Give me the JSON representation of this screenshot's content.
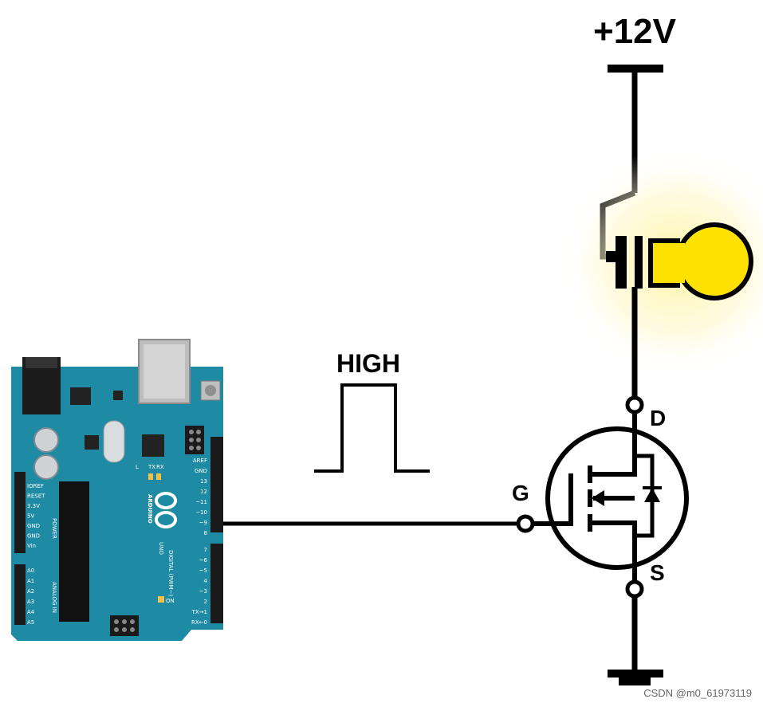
{
  "supply_label": "+12V",
  "signal_label": "HIGH",
  "terminals": {
    "gate": "G",
    "drain": "D",
    "source": "S"
  },
  "board": {
    "brand": "ARDUINO",
    "model": "UNO",
    "power_header_label": "POWER",
    "analog_header_label": "ANALOG IN",
    "digital_header_label": "DIGITAL (PWM~)",
    "power_pins": [
      "IOREF",
      "RESET",
      "3.3V",
      "5V",
      "GND",
      "GND",
      "Vin"
    ],
    "analog_pins": [
      "A0",
      "A1",
      "A2",
      "A3",
      "A4",
      "A5"
    ],
    "digital_pins_top": [
      "AREF",
      "GND",
      "13",
      "12",
      "~11",
      "~10",
      "~9",
      "8"
    ],
    "digital_pins_bottom": [
      "7",
      "~6",
      "~5",
      "4",
      "~3",
      "2",
      "TX→1",
      "RX←0"
    ],
    "led_labels": [
      "L",
      "TX",
      "RX",
      "ON"
    ]
  },
  "colors": {
    "board": "#1e8aa3",
    "bulb": "#ffe100",
    "glow": "#fff6b0",
    "wire": "#000000"
  },
  "watermark": "CSDN @m0_61973119"
}
